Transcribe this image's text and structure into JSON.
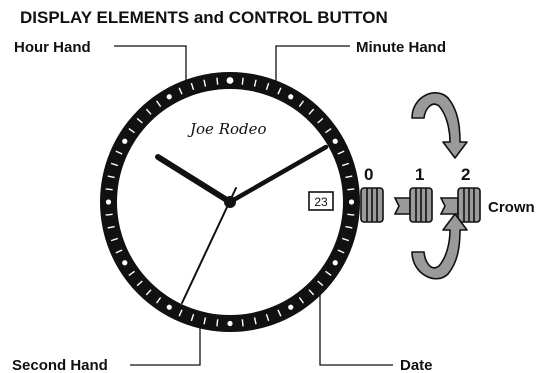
{
  "title": "DISPLAY ELEMENTS and CONTROL BUTTON",
  "brand": "Joe Rodeo",
  "labels": {
    "hour_hand": "Hour Hand",
    "minute_hand": "Minute Hand",
    "second_hand": "Second Hand",
    "date": "Date",
    "crown": "Crown"
  },
  "date_value": "23",
  "crown_positions": [
    "0",
    "1",
    "2"
  ],
  "icons": {
    "rotate_down": "rotate-arrow-down-icon",
    "rotate_up": "rotate-arrow-up-icon"
  },
  "colors": {
    "ink": "#111111",
    "arrow_fill": "#9a9a9a",
    "crown_fill": "#9a9a9a"
  }
}
